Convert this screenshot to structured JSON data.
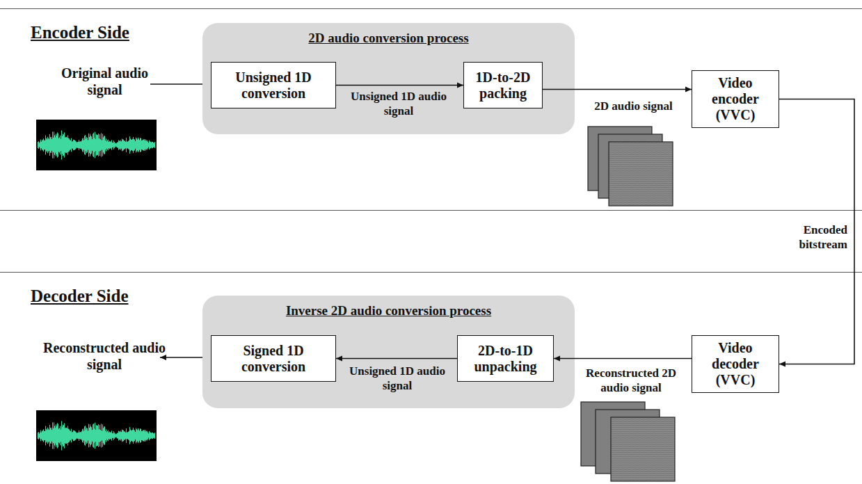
{
  "diagram": {
    "nodes": [
      {
        "text": [
          "Encoder Side"
        ]
      },
      {
        "text": [
          "2D audio conversion process"
        ],
        "in": 0
      },
      {
        "text": [
          "Unsigned 1D conversion"
        ],
        "in": 1
      },
      {
        "text": [
          "1D-to-2D packing"
        ],
        "in": 1
      },
      {
        "text": [
          "Video encoder (VVC)"
        ],
        "in": 0
      },
      {
        "text": [
          "Decoder Side"
        ]
      },
      {
        "text": [
          "Inverse 2D audio conversion process"
        ],
        "in": 5
      },
      {
        "text": [
          "Signed 1D conversion"
        ],
        "in": 6
      },
      {
        "text": [
          "2D-to-1D unpacking"
        ],
        "in": 6
      },
      {
        "text": [
          "Video decoder (VVC)"
        ],
        "in": 5
      }
    ],
    "edges": [
      {
        "from": 2,
        "to": 3,
        "label": "Unsigned 1D audio signal",
        "arrow": "to"
      },
      {
        "from": 3,
        "to": 4,
        "label": "2D audio signal",
        "arrow": "to"
      },
      {
        "from": 4,
        "to": 9,
        "label": "Encoded bitstream",
        "arrow": "to"
      },
      {
        "from": 9,
        "to": 8,
        "label": "Reconstructed 2D audio signal",
        "arrow": "to"
      },
      {
        "from": 8,
        "to": 7,
        "label": "Unsigned 1D audio signal",
        "arrow": "to"
      }
    ],
    "labels": [
      "Original audio signal",
      "Reconstructed audio signal"
    ]
  }
}
